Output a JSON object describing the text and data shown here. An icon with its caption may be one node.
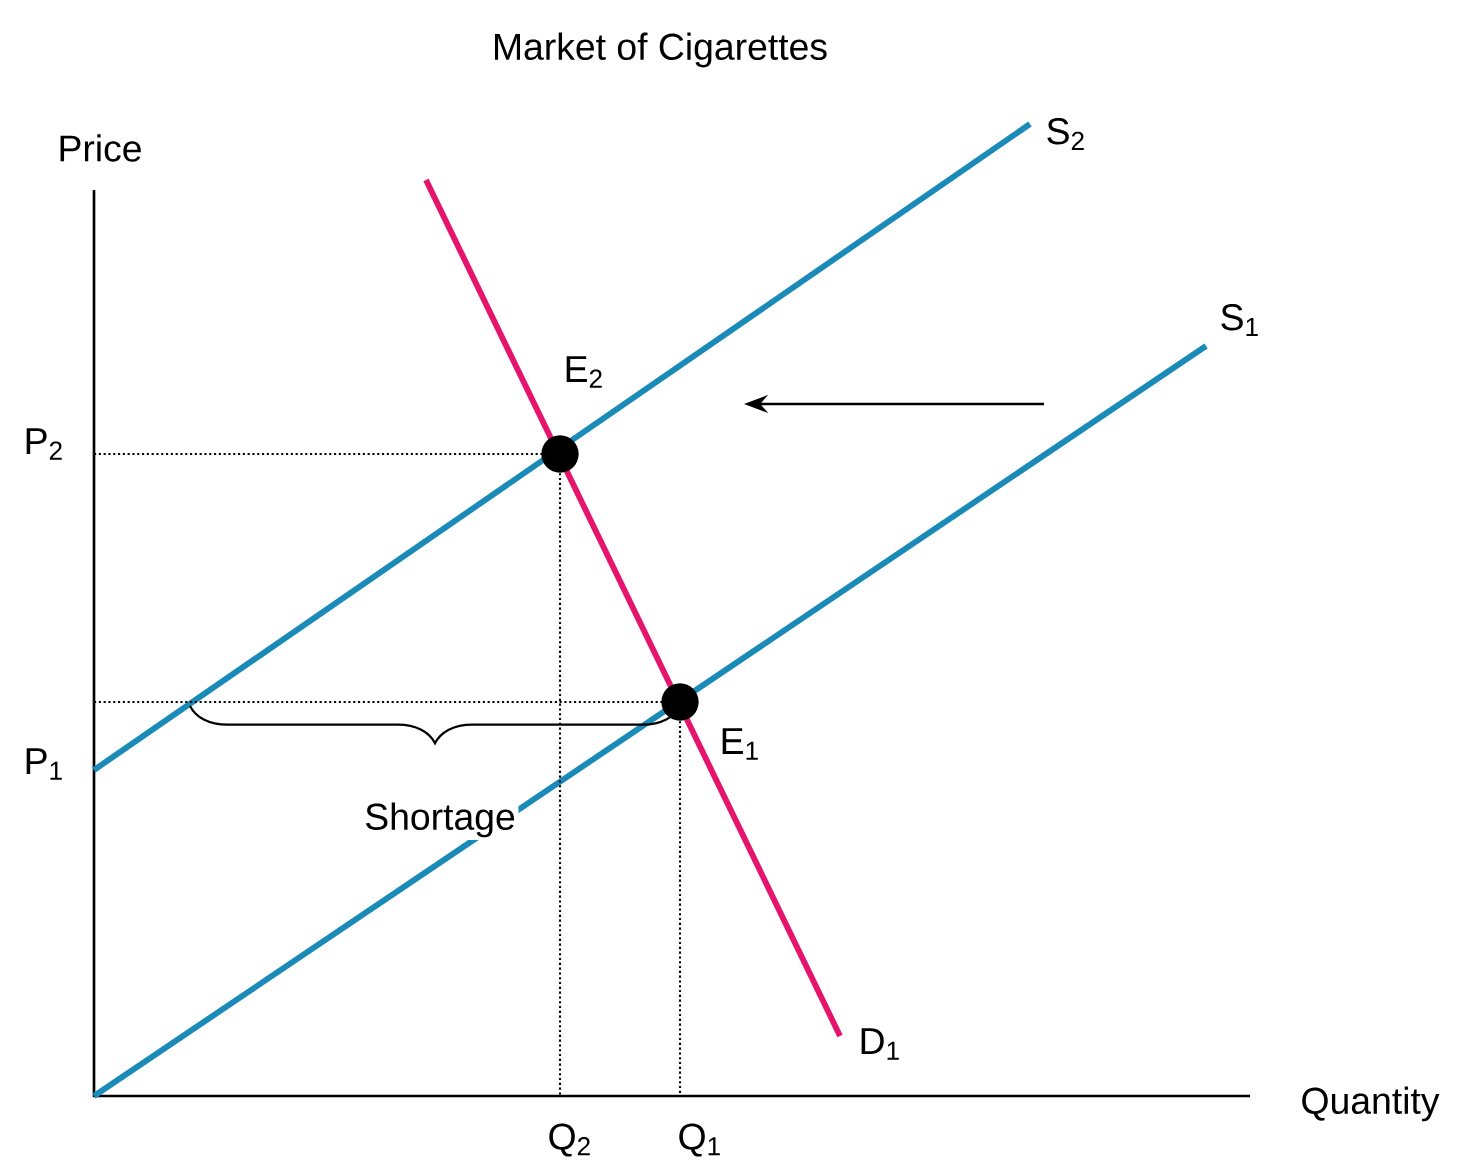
{
  "diagram": {
    "title": "Market of Cigarettes",
    "nodes": [
      {
        "text": [],
        "shape": "circle",
        "beside": [
          "E$_{2}$"
        ]
      },
      {
        "text": [],
        "shape": "circle",
        "beside": [
          "E$_{1}$"
        ]
      }
    ],
    "labels": [
      "Price",
      "S$_{2}$",
      "S$_{1}$",
      "P$_{2}$",
      "P$_{1}$",
      "Shortage",
      "D$_{1}$",
      "Quantity",
      "Q$_{2}$",
      "Q$_{1}$"
    ]
  }
}
